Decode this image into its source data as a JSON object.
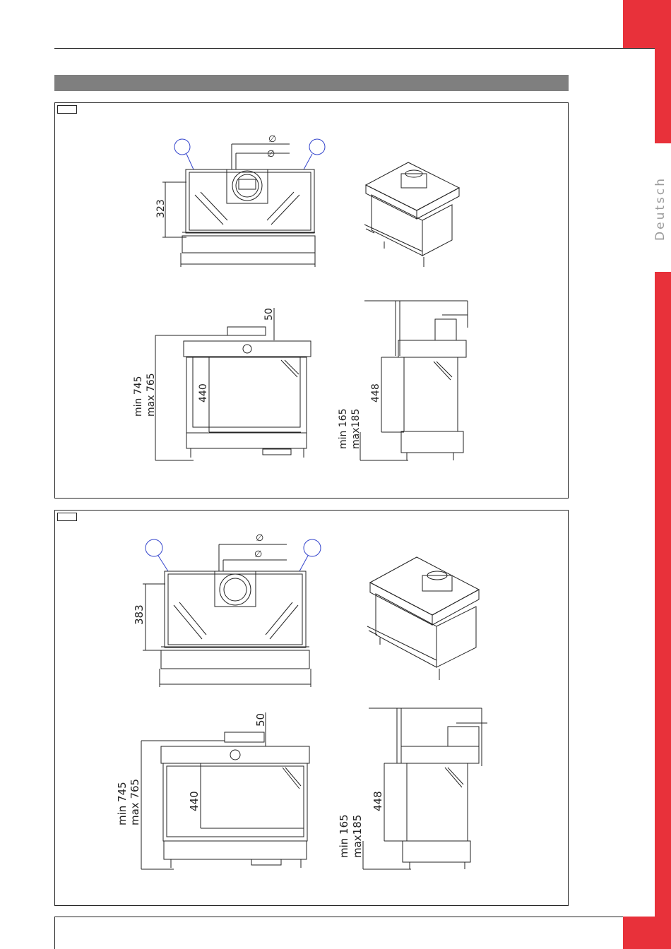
{
  "sidebar": {
    "language": "Deutsch"
  },
  "panel1": {
    "diameter_1": "∅",
    "diameter_2": "∅",
    "top_depth": "323",
    "front_flue": "50",
    "front_height_min": "min 745",
    "front_height_max": "max 765",
    "front_glass": "440",
    "side_glass": "448",
    "side_base_min": "min 165",
    "side_base_max": "max185"
  },
  "panel2": {
    "diameter_1": "∅",
    "diameter_2": "∅",
    "top_depth": "383",
    "front_flue": "50",
    "front_height_min": "min 745",
    "front_height_max": "max 765",
    "front_glass": "440",
    "side_glass": "448",
    "side_base_min": "min 165",
    "side_base_max": "max185"
  }
}
